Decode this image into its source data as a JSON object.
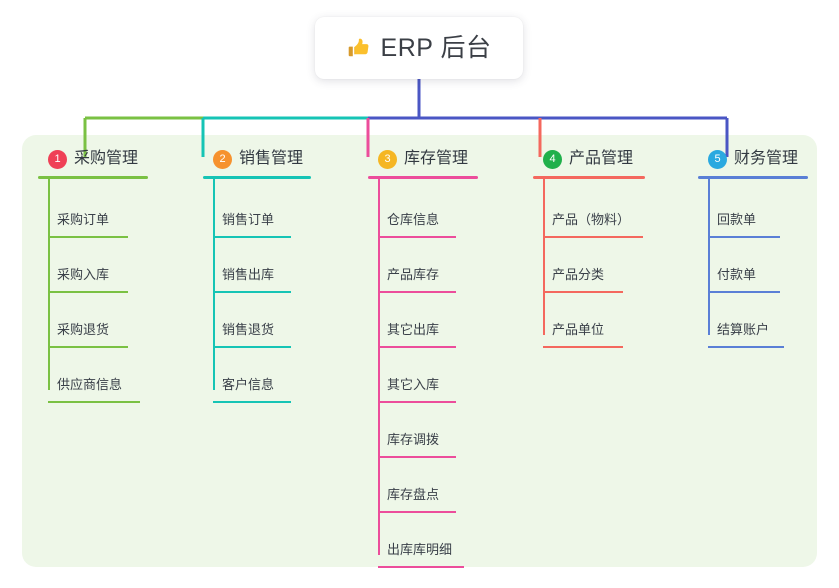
{
  "diagram": {
    "type": "org-chart-mindmap",
    "root": {
      "icon": "thumbs-up-icon",
      "label": "ERP 后台"
    },
    "panel_color": "#eef7e8",
    "stem_color": "#4a56c4",
    "branches": [
      {
        "number": "1",
        "label": "采购管理",
        "color": "#7ac143",
        "badge_color": "#ef4056",
        "connector_color": "#7ac143",
        "items": [
          "采购订单",
          "采购入库",
          "采购退货",
          "供应商信息"
        ]
      },
      {
        "number": "2",
        "label": "销售管理",
        "color": "#16c4b5",
        "badge_color": "#f6922e",
        "connector_color": "#16c4b5",
        "items": [
          "销售订单",
          "销售出库",
          "销售退货",
          "客户信息"
        ]
      },
      {
        "number": "3",
        "label": "库存管理",
        "color": "#ec4d9b",
        "badge_color": "#f5b623",
        "connector_color": "#ec4d9b",
        "items": [
          "仓库信息",
          "产品库存",
          "其它出库",
          "其它入库",
          "库存调拨",
          "库存盘点",
          "出库库明细"
        ]
      },
      {
        "number": "4",
        "label": "产品管理",
        "color": "#f4685e",
        "badge_color": "#20b04b",
        "connector_color": "#f4685e",
        "items": [
          "产品（物料）",
          "产品分类",
          "产品单位"
        ]
      },
      {
        "number": "5",
        "label": "财务管理",
        "color": "#5a7fd6",
        "badge_color": "#2aa9e0",
        "connector_color": "#4a56c4",
        "items": [
          "回款单",
          "付款单",
          "结算账户"
        ]
      }
    ]
  }
}
